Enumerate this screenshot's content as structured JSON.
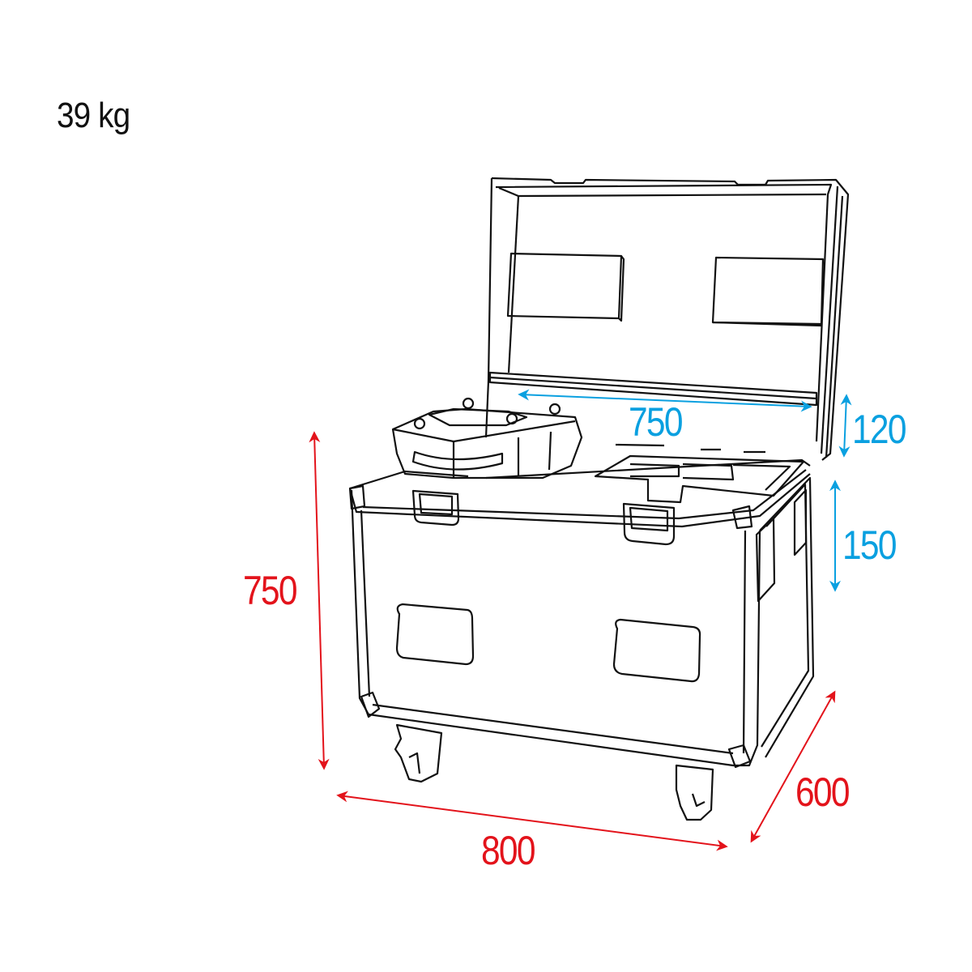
{
  "weight": {
    "label": "39 kg"
  },
  "dimensions": {
    "height": {
      "value": "750",
      "unit": "mm",
      "color": "#e3131b"
    },
    "width": {
      "value": "800",
      "unit": "mm",
      "color": "#e3131b"
    },
    "depth": {
      "value": "600",
      "unit": "mm",
      "color": "#e3131b"
    },
    "interior_width": {
      "value": "750",
      "unit": "mm",
      "color": "#0aa0e0"
    },
    "lid_depth": {
      "value": "120",
      "unit": "mm",
      "color": "#0aa0e0"
    },
    "base_depth": {
      "value": "150",
      "unit": "mm",
      "color": "#0aa0e0"
    }
  },
  "drawing": {
    "subject": "flight case on casters with open lid, two moving-head fixtures inside",
    "colors": {
      "line": "#111111",
      "outer_dimension": "#e3131b",
      "inner_dimension": "#0aa0e0",
      "background": "#ffffff"
    }
  }
}
